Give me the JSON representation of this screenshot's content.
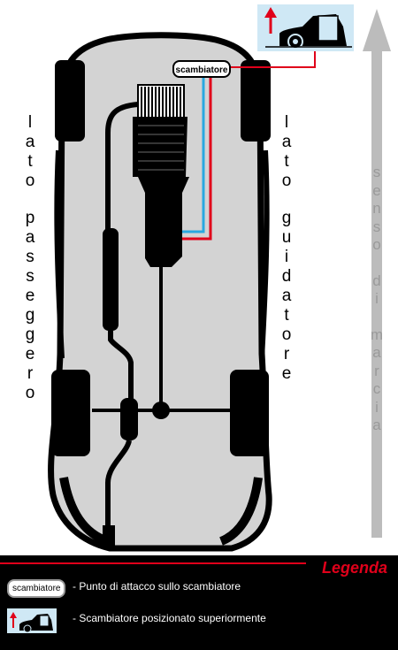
{
  "labels": {
    "left_side": "lato passeggero",
    "right_side": "lato guidatore",
    "direction": [
      "senso",
      "di",
      "marcia"
    ],
    "connector_tag": "scambiatore"
  },
  "legend": {
    "title": "Legenda",
    "items": [
      {
        "chip": "scambiatore",
        "text": "- Punto di attacco sullo scambiatore"
      },
      {
        "chip": "",
        "text": "- Scambiatore posizionato superiormente"
      }
    ]
  },
  "colors": {
    "accent_red": "#e0001a",
    "accent_blue": "#29a8e0",
    "car_body": "#d3d3d3",
    "inset_bg": "#cfe8f5",
    "arrow_grey": "#bcbcbc"
  },
  "icons": [
    "up-arrow-icon",
    "car-side-icon"
  ]
}
